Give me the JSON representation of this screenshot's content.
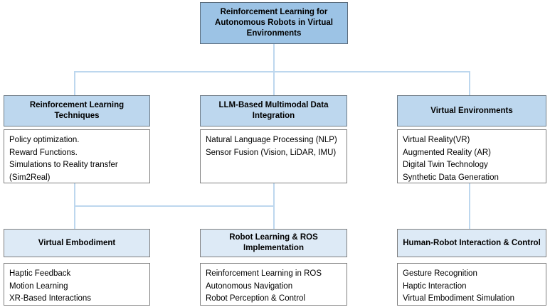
{
  "diagram": {
    "type": "hierarchy-tree",
    "root": {
      "title": "Reinforcement Learning for Autonomous Robots in Virtual Environments"
    },
    "level1": [
      {
        "title": "Reinforcement Learning Techniques",
        "items": [
          "Policy optimization.",
          "Reward Functions.",
          "Simulations to Reality transfer",
          "(Sim2Real)"
        ]
      },
      {
        "title": "LLM-Based Multimodal Data Integration",
        "items": [
          "Natural Language Processing (NLP)",
          "Sensor Fusion (Vision, LiDAR, IMU)"
        ]
      },
      {
        "title": "Virtual Environments",
        "items": [
          "Virtual Reality(VR)",
          "Augmented Reality (AR)",
          "Digital Twin Technology",
          "Synthetic Data Generation"
        ]
      }
    ],
    "level2": [
      {
        "title": "Virtual Embodiment",
        "items": [
          "Haptic Feedback",
          "Motion Learning",
          "XR-Based Interactions"
        ]
      },
      {
        "title": "Robot Learning & ROS Implementation",
        "items": [
          "Reinforcement Learning in ROS",
          "Autonomous Navigation",
          "Robot Perception & Control"
        ]
      },
      {
        "title": "Human-Robot Interaction & Control",
        "items": [
          "Gesture Recognition",
          "Haptic Interaction",
          "Virtual Embodiment Simulation"
        ]
      }
    ],
    "colors": {
      "root_fill": "#9CC3E5",
      "level1_fill": "#BDD7EE",
      "level2_fill": "#DDEAF6",
      "body_fill": "#FFFFFF",
      "connector": "#BDD7EE",
      "border": "#7F7F7F",
      "text": "#000000"
    }
  }
}
